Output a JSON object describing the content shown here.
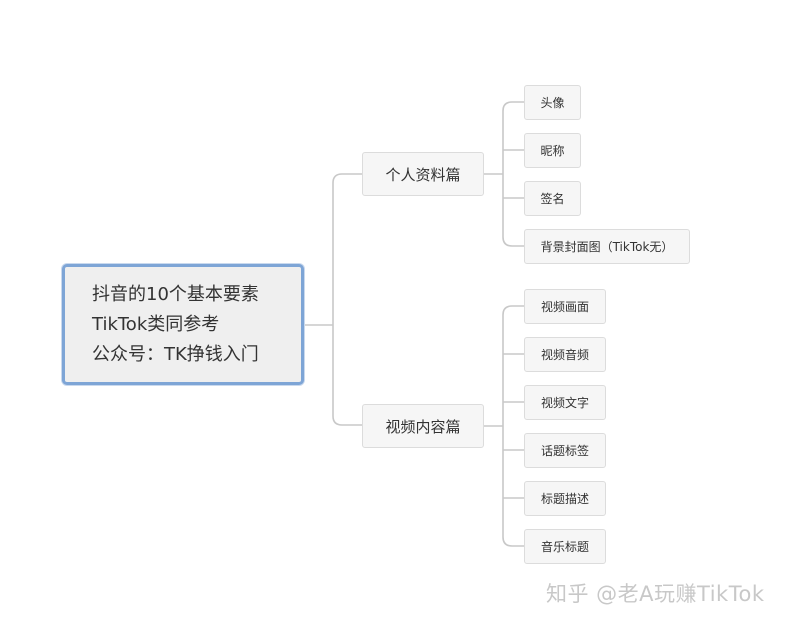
{
  "root": {
    "lines": [
      "抖音的10个基本要素",
      "TikTok类同参考",
      "公众号：TK挣钱入门"
    ]
  },
  "branches": [
    {
      "label": "个人资料篇",
      "leaves": [
        "头像",
        "昵称",
        "签名",
        "背景封面图（TikTok无）"
      ]
    },
    {
      "label": "视频内容篇",
      "leaves": [
        "视频画面",
        "视频音频",
        "视频文字",
        "话题标签",
        "标题描述",
        "音乐标题"
      ]
    }
  ],
  "watermark": "知乎 @老A玩赚TikTok",
  "colors": {
    "root_border": "#7ea5d6",
    "node_fill": "#f6f6f6",
    "node_border": "#dcdcdc",
    "connector": "#c8c8c8"
  }
}
